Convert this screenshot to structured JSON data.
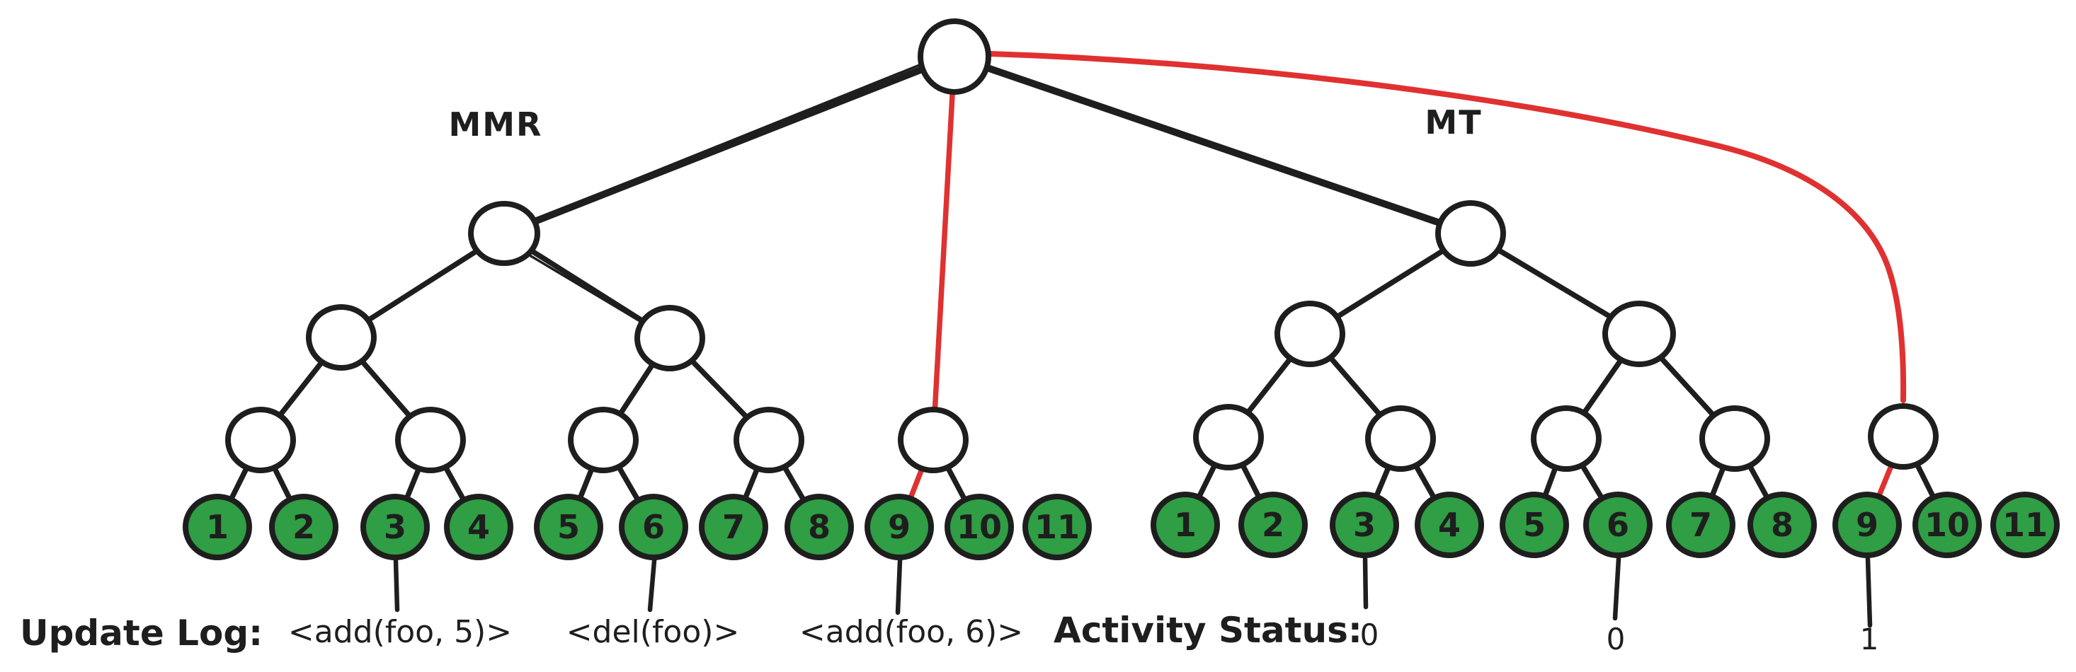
{
  "diagram": {
    "trees": [
      {
        "name": "MMR",
        "leaf_labels": [
          "1",
          "2",
          "3",
          "4",
          "5",
          "6",
          "7",
          "8",
          "9",
          "10",
          "11"
        ]
      },
      {
        "name": "MT",
        "leaf_labels": [
          "1",
          "2",
          "3",
          "4",
          "5",
          "6",
          "7",
          "8",
          "9",
          "10",
          "11"
        ]
      }
    ],
    "update_log": {
      "label": "Update Log:",
      "entries": [
        "<add(foo, 5)>",
        "<del(foo)>",
        "<add(foo, 6)>"
      ]
    },
    "activity_status": {
      "label": "Activity Status:",
      "values": [
        "0",
        "0",
        "1"
      ]
    },
    "colors": {
      "stroke": "#1e1e1e",
      "leaf_fill": "#2f9e44",
      "highlight": "#e03131",
      "background": "#ffffff"
    }
  }
}
